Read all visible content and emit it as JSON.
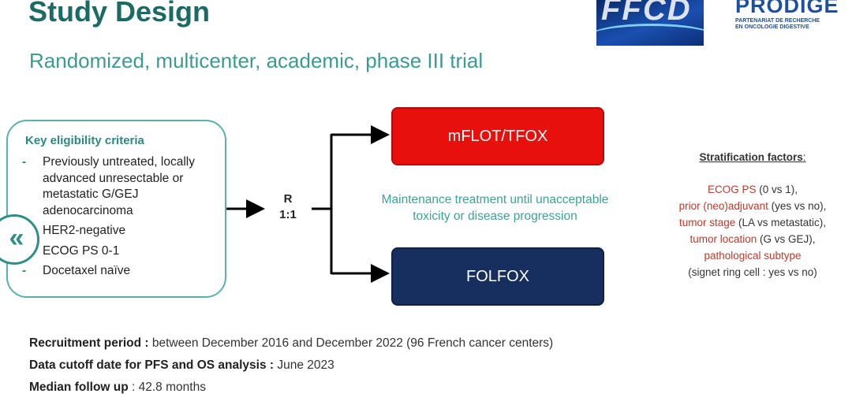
{
  "header": {
    "title": "Study Design",
    "subtitle": "Randomized, multicenter, academic, phase III trial"
  },
  "logos": {
    "ffcd": "FFCD",
    "prodige_name": "PRODIGE",
    "prodige_tag_line1": "PARTENARIAT DE RECHERCHE",
    "prodige_tag_line2": "EN ONCOLOGIE DIGESTIVE"
  },
  "eligibility": {
    "title": "Key eligibility criteria",
    "items": [
      "Previously untreated, locally advanced unresectable or metastatic G/GEJ adenocarcinoma",
      "HER2-negative",
      "ECOG PS 0-1",
      "Docetaxel naïve"
    ],
    "bullet": "-"
  },
  "back_button": {
    "icon": "double-chevron-left-icon",
    "glyph": "«"
  },
  "randomization": {
    "line1": "R",
    "line2": "1:1"
  },
  "arms": {
    "arm1": "mFLOT/TFOX",
    "arm2": "FOLFOX"
  },
  "maintenance": {
    "line1": "Maintenance treatment until unacceptable",
    "line2": "toxicity or disease progression"
  },
  "stratification": {
    "title": "Stratification factors",
    "colon": ":",
    "rows": [
      {
        "red": "ECOG PS",
        "dark": " (0 vs 1),"
      },
      {
        "red": "prior (neo)adjuvant",
        "dark": " (yes vs no),"
      },
      {
        "red": "tumor stage",
        "dark": " (LA vs metastatic),"
      },
      {
        "red": "tumor location",
        "dark": " (G vs GEJ),"
      },
      {
        "red": "pathological subtype",
        "dark": ""
      },
      {
        "red": "",
        "dark": "(signet ring cell : yes vs no)"
      }
    ]
  },
  "footer": {
    "recruitment_label": "Recruitment period :",
    "recruitment_value": " between December 2016 and December 2022 (96 French cancer centers)",
    "cutoff_label": "Data cutoff date for PFS and OS analysis :",
    "cutoff_value": " June 2023",
    "followup_label": "Median follow up",
    "followup_value": " : 42.8 months"
  },
  "colors": {
    "title": "#1b6b64",
    "accent": "#3b9b92",
    "arm1": "#e8100c",
    "arm2": "#172f5f",
    "strat_red": "#c0392b"
  }
}
